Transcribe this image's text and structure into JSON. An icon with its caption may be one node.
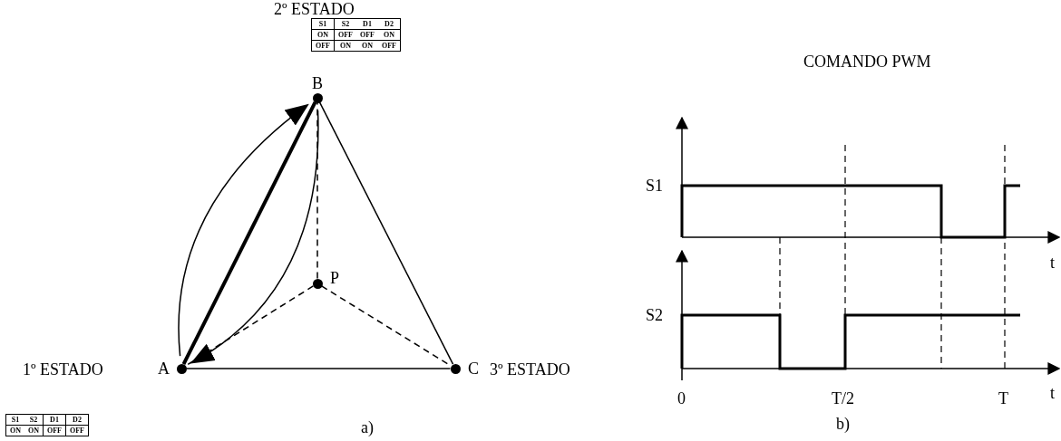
{
  "diagram": {
    "nodes": [
      {
        "text": [
          "B"
        ]
      },
      {
        "text": [
          "P"
        ]
      },
      {
        "text": [
          "A"
        ]
      },
      {
        "text": [
          "C"
        ]
      }
    ],
    "edges": [
      {
        "from": 2,
        "to": 0,
        "arrow": "none",
        "style": "thick"
      },
      {
        "from": 0,
        "to": 3,
        "arrow": "none"
      },
      {
        "from": 2,
        "to": 3,
        "arrow": "none"
      },
      {
        "from": 1,
        "to": 0,
        "arrow": "none",
        "style": "dashed"
      },
      {
        "from": 1,
        "to": 2,
        "arrow": "none",
        "style": "dashed"
      },
      {
        "from": 1,
        "to": 3,
        "arrow": "none",
        "style": "dashed"
      },
      {
        "from": 2,
        "to": 0,
        "arrow": "to"
      },
      {
        "from": 0,
        "to": 2,
        "arrow": "to"
      }
    ],
    "labels": [
      "2º ESTADO",
      "S1",
      "S2",
      "D1",
      "D2",
      "ON",
      "OFF",
      "OFF",
      "ON",
      "OFF",
      "ON",
      "ON",
      "OFF",
      "COMANDO PWM",
      "S1",
      "t",
      "S2",
      "1º ESTADO",
      "3º ESTADO",
      "0",
      "T/2",
      "T",
      "t",
      "S1",
      "S2",
      "D1",
      "D2",
      "ON",
      "ON",
      "OFF",
      "OFF",
      "a)",
      "b)"
    ]
  }
}
